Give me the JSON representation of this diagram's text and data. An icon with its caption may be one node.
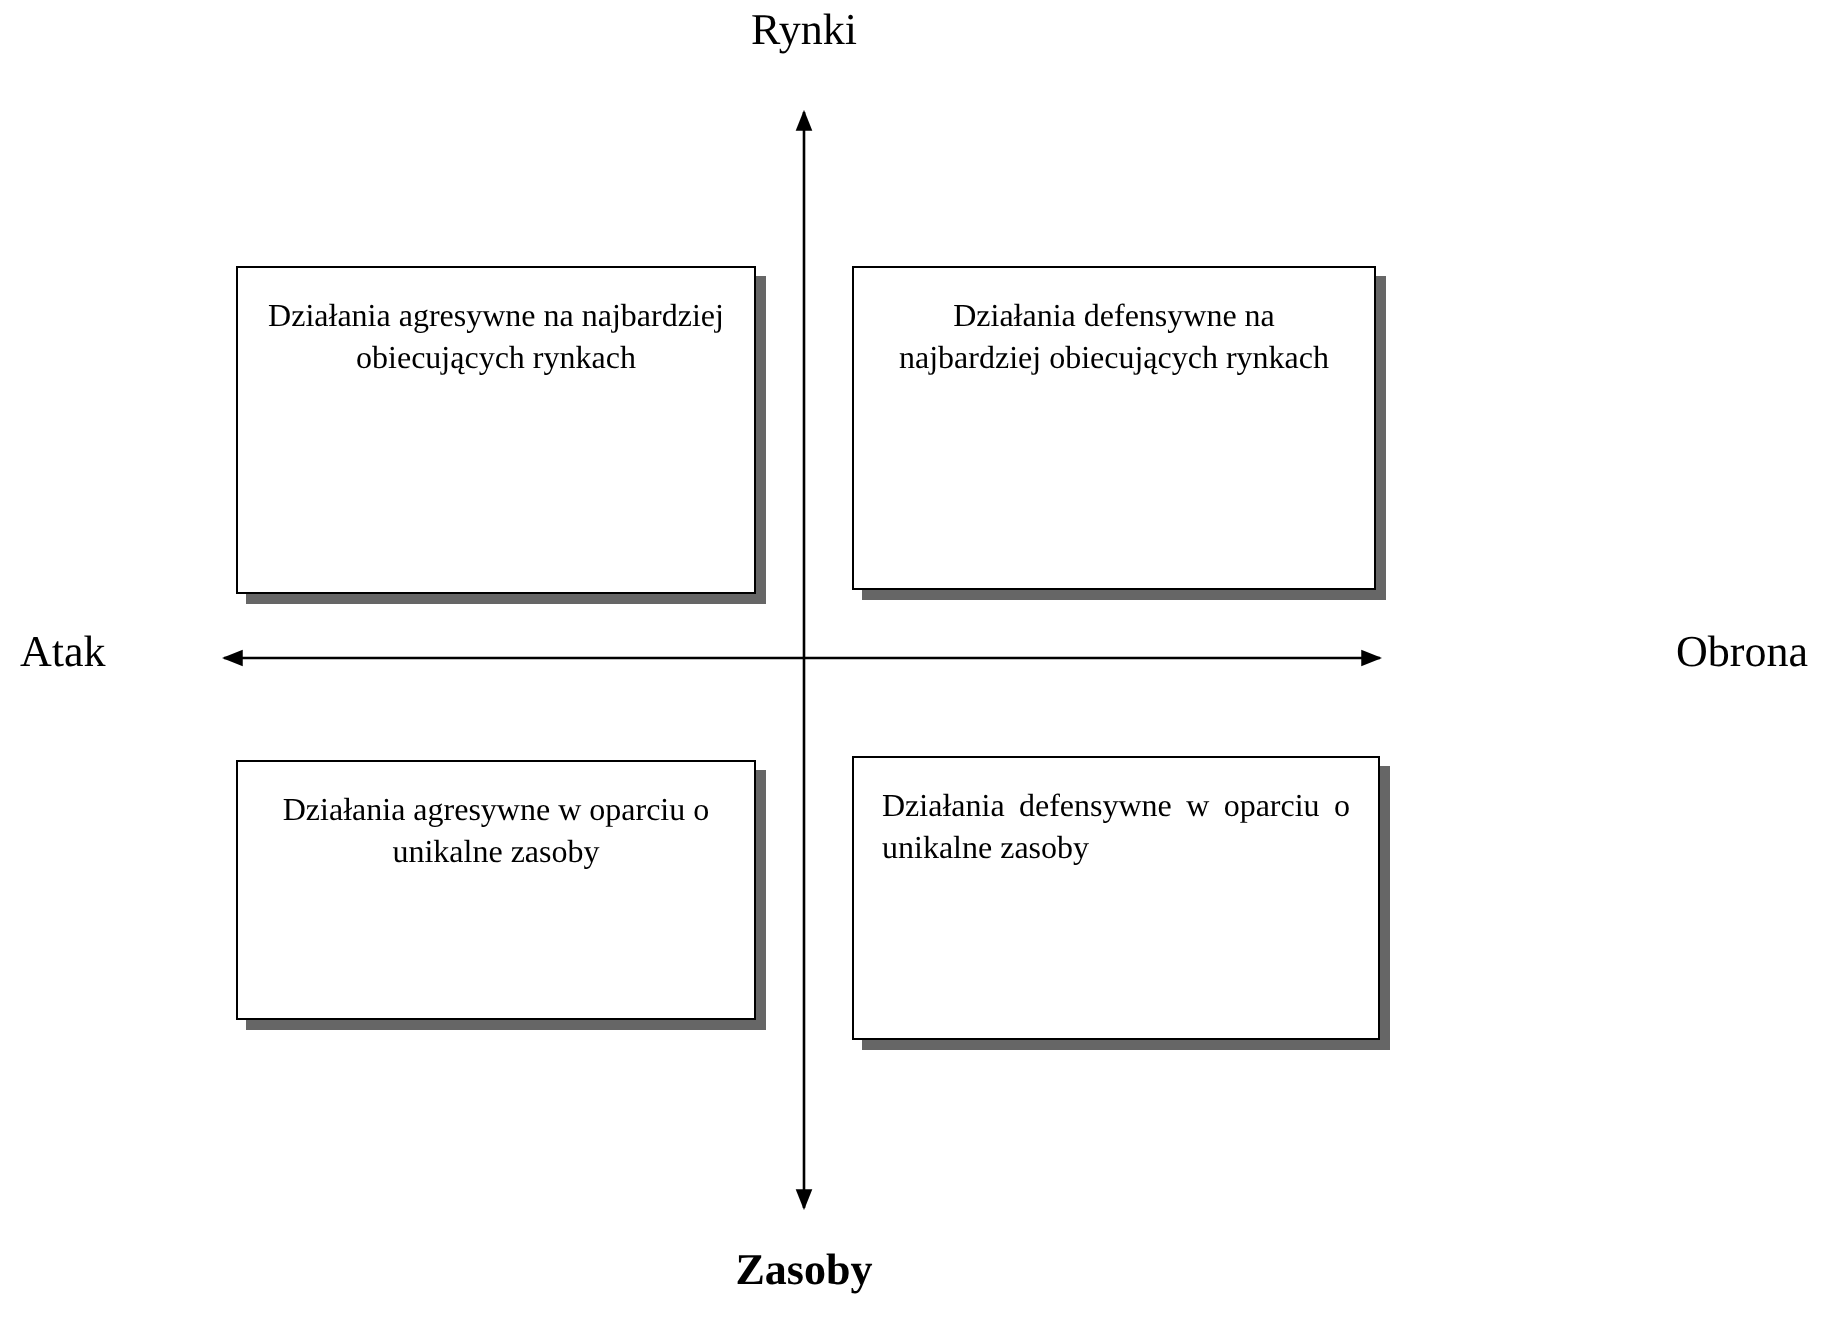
{
  "diagram": {
    "nodes": [
      {
        "text": [
          "Działania agresywne na najbardziej obiecujących rynkach"
        ]
      },
      {
        "text": [
          "Działania defensywne na najbardziej obiecujących rynkach"
        ]
      },
      {
        "text": [
          "Działania agresywne w oparciu o unikalne zasoby"
        ]
      },
      {
        "text": [
          "Działania defensywne w oparciu o unikalne zasoby"
        ]
      }
    ],
    "labels": [
      "Rynki",
      "Atak",
      "Obrona",
      "Zasoby"
    ]
  }
}
